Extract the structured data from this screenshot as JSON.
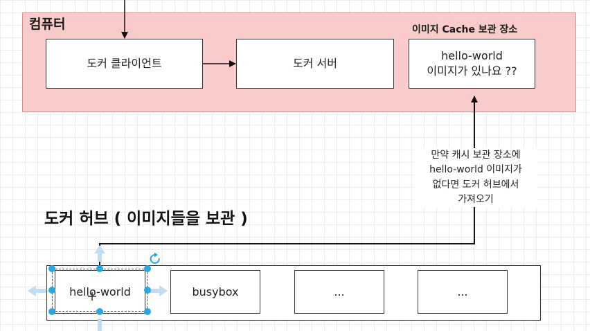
{
  "computer": {
    "title": "컴퓨터",
    "cache_title": "이미지 Cache 보관 장소",
    "client_label": "도커 클라이언트",
    "server_label": "도커 서버",
    "cache_question": "hello-world\n이미지가 있나요 ??"
  },
  "note": {
    "text": "만약 캐시 보관 장소에\nhello-world 이미지가\n없다면 도커 허브에서\n가져오기"
  },
  "hub": {
    "title": "도커 허브 ( 이미지들을 보관 )",
    "images": [
      "hello-world",
      "busybox",
      "...",
      "..."
    ]
  },
  "colors": {
    "computer_fill": "#f9cbcb",
    "computer_border": "#d98e8e",
    "selection_handle": "#29a8e0",
    "selection_arrow": "#bfdcf0"
  }
}
